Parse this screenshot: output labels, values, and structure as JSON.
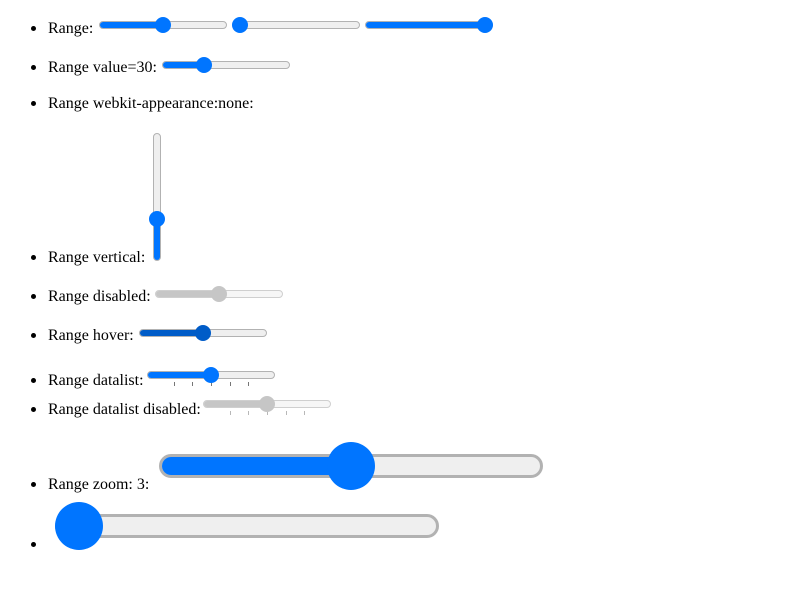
{
  "items": [
    {
      "label": "Range:"
    },
    {
      "label": "Range value=30:",
      "value": 30
    },
    {
      "label": "Range webkit-appearance:none:"
    },
    {
      "label": "Range vertical:"
    },
    {
      "label": "Range disabled:"
    },
    {
      "label": "Range hover:"
    },
    {
      "label": "Range datalist:"
    },
    {
      "label": "Range datalist disabled:"
    },
    {
      "label": "Range zoom: 3:"
    },
    {
      "label": ""
    }
  ],
  "sliders": {
    "range_default": {
      "value": 50,
      "min": 0,
      "max": 100
    },
    "range_min": {
      "value": 0,
      "min": 0,
      "max": 100
    },
    "range_max": {
      "value": 100,
      "min": 0,
      "max": 100
    },
    "range_value_30": {
      "value": 30,
      "min": 0,
      "max": 100
    },
    "range_vertical": {
      "value": 30,
      "min": 0,
      "max": 100
    },
    "range_disabled": {
      "value": 50,
      "min": 0,
      "max": 100
    },
    "range_hover": {
      "value": 50,
      "min": 0,
      "max": 100
    },
    "range_datalist": {
      "value": 50,
      "min": 0,
      "max": 100
    },
    "range_datalist_disabled": {
      "value": 50,
      "min": 0,
      "max": 100
    },
    "range_zoom": {
      "value": 50,
      "min": 0,
      "max": 100
    },
    "range_zoom_min": {
      "value": 0,
      "min": 0,
      "max": 100
    }
  },
  "colors": {
    "accent": "#0075ff",
    "accent_hover": "#005cc8",
    "disabled": "#c6c6c6",
    "track": "#efefef",
    "track_border": "#b2b2b2"
  }
}
